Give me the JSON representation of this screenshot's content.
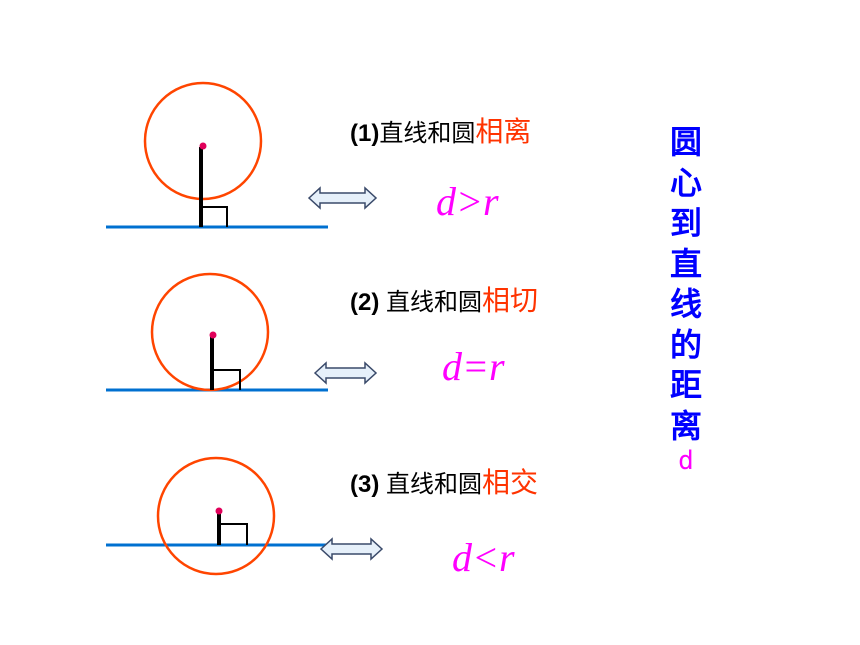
{
  "cases": [
    {
      "number": "(1)",
      "text": "直线和圆",
      "relation": "相离",
      "formula": "d>r"
    },
    {
      "number": "(2) ",
      "text": "直线和圆",
      "relation": "相切",
      "formula": "d=r"
    },
    {
      "number": "(3) ",
      "text": "直线和圆",
      "relation": "相交",
      "formula": "d<r"
    }
  ],
  "side_label": {
    "chars": [
      "圆",
      "心",
      "到",
      "直",
      "线",
      "的",
      "距",
      "离"
    ],
    "tail": "d"
  },
  "colors": {
    "circle": "#ff4500",
    "line": "#0070d0",
    "center_dot": "#e0005a",
    "arrow_fill": "#e6f0fa",
    "arrow_stroke": "#3a4a6a",
    "relation": "#ff3300",
    "formula": "#ff00ff",
    "side_label": "#0000ff"
  }
}
